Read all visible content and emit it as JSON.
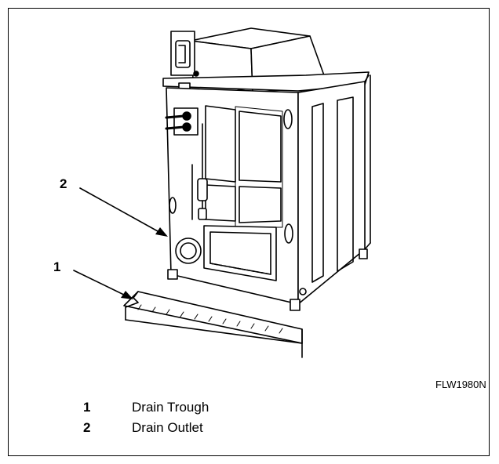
{
  "callouts": [
    {
      "number": "1"
    },
    {
      "number": "2"
    }
  ],
  "figure_code": "FLW1980N",
  "legend": [
    {
      "number": "1",
      "label": "Drain Trough"
    },
    {
      "number": "2",
      "label": "Drain Outlet"
    }
  ]
}
